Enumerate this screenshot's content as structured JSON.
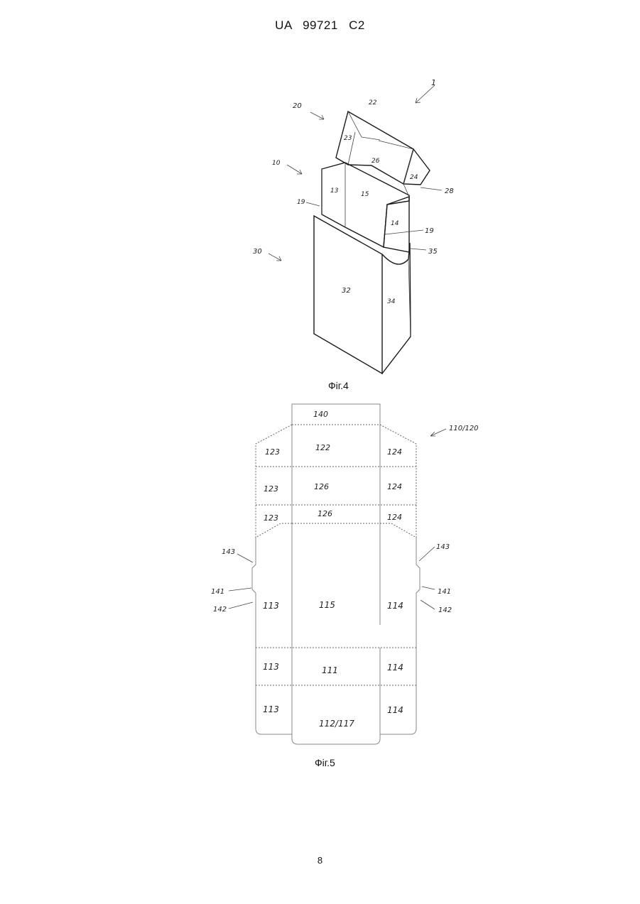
{
  "header": {
    "patent_number": "UA   99721   C2"
  },
  "figure4": {
    "caption": "Фіг.4",
    "labels": {
      "l1": "1",
      "l20": "20",
      "l22": "22",
      "l23": "23",
      "l26": "26",
      "l24": "24",
      "l28": "28",
      "l10": "10",
      "l13": "13",
      "l15": "15",
      "l19a": "19",
      "l14": "14",
      "l19b": "19",
      "l35": "35",
      "l30": "30",
      "l32": "32",
      "l34": "34"
    }
  },
  "figure5": {
    "caption": "Фіг.5",
    "labels": {
      "l140": "140",
      "l110": "110/120",
      "l123a": "123",
      "l122": "122",
      "l124a": "124",
      "l123b": "123",
      "l126a": "126",
      "l124b": "124",
      "l123c": "123",
      "l126b": "126",
      "l124c": "124",
      "l143a": "143",
      "l143b": "143",
      "l141a": "141",
      "l141b": "141",
      "l142a": "142",
      "l142b": "142",
      "l113a": "113",
      "l115": "115",
      "l114a": "114",
      "l113b": "113",
      "l111": "111",
      "l114b": "114",
      "l113c": "113",
      "l112": "112/117",
      "l114c": "114"
    }
  },
  "footer": {
    "page_number": "8"
  }
}
